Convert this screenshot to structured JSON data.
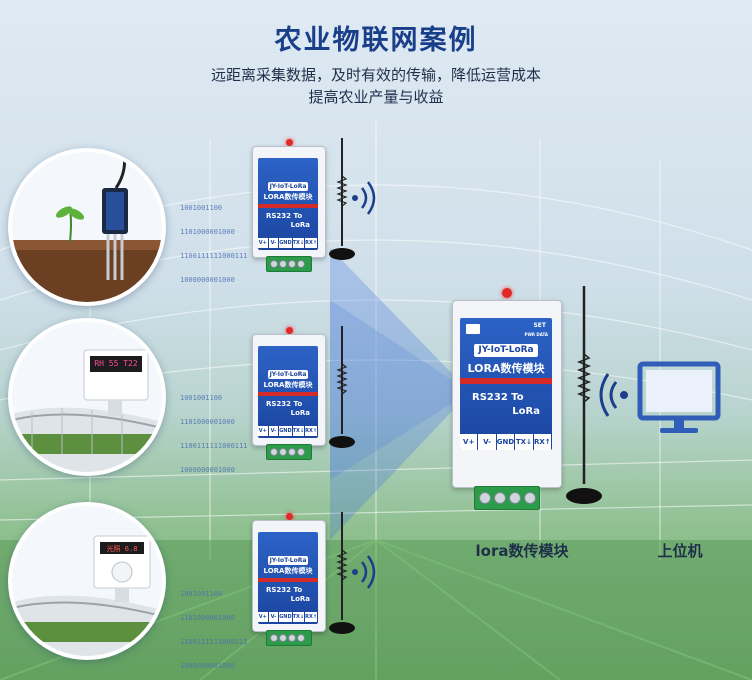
{
  "header": {
    "title": "农业物联网案例",
    "subtitle_line1": "远距离采集数据，及时有效的传输，降低运营成本",
    "subtitle_line2": "提高农业产量与收益"
  },
  "module": {
    "brand": "JY-IoT-LoRa",
    "name": "LORA数传模块",
    "line1": "RS232 To",
    "line2": "LoRa",
    "set": "SET",
    "pwr": "PWR",
    "data": "DATA",
    "ports": [
      "V+",
      "V-",
      "GND",
      "TX↓",
      "RX↑"
    ]
  },
  "sensor_displays": {
    "temp_humidity": "RH 55 T22",
    "light": "光照 6.8"
  },
  "binary_stream": {
    "row1": "1001001100",
    "row2": "1101000001000",
    "row3": "1100111111000111",
    "row4": "1000000001000"
  },
  "labels": {
    "lora_module": "lora数传模块",
    "host_computer": "上位机"
  },
  "colors": {
    "title": "#1a3f8a",
    "module_face": "#1b45a0",
    "terminal": "#2c9b4a",
    "beam": "#3d6fe0"
  }
}
